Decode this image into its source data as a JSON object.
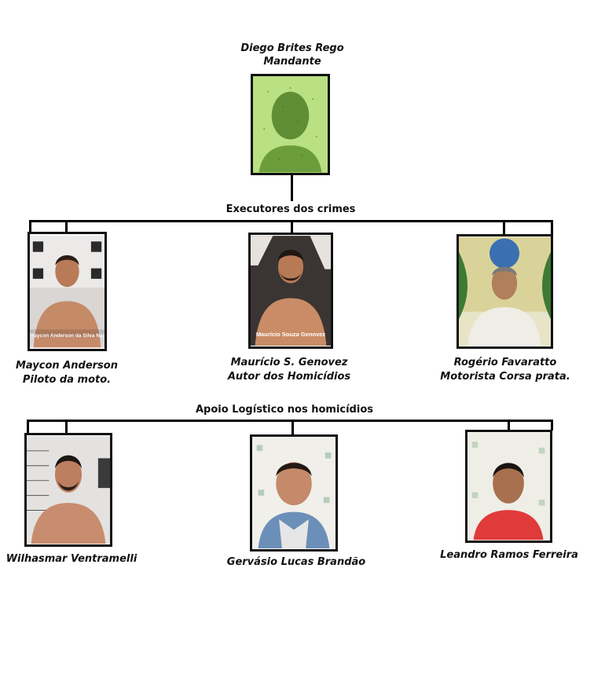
{
  "top": {
    "name": "Diego Brites Rego",
    "role": "Mandante"
  },
  "executors": {
    "heading": "Executores dos crimes",
    "people": [
      {
        "name": "Maycon Anderson",
        "role": "Piloto da moto.",
        "photo_caption": "Maycon Anderson da Silva Nascimento"
      },
      {
        "name": "Maurício S. Genovez",
        "role": "Autor dos Homicídios",
        "photo_caption": "Maurício Souza Genovez"
      },
      {
        "name": "Rogério Favaratto",
        "role": "Motorista Corsa prata."
      }
    ]
  },
  "support": {
    "heading": "Apoio Logístico nos homicídios",
    "people": [
      {
        "name": "Wilhasmar Ventramelli"
      },
      {
        "name": "Gervásio Lucas Brandão"
      },
      {
        "name": "Leandro Ramos Ferreira"
      }
    ]
  },
  "colors": {
    "line": "#000000",
    "text": "#111111",
    "silhouette_bg": "#a8d86a",
    "silhouette_fg": "#3f6b1e"
  }
}
